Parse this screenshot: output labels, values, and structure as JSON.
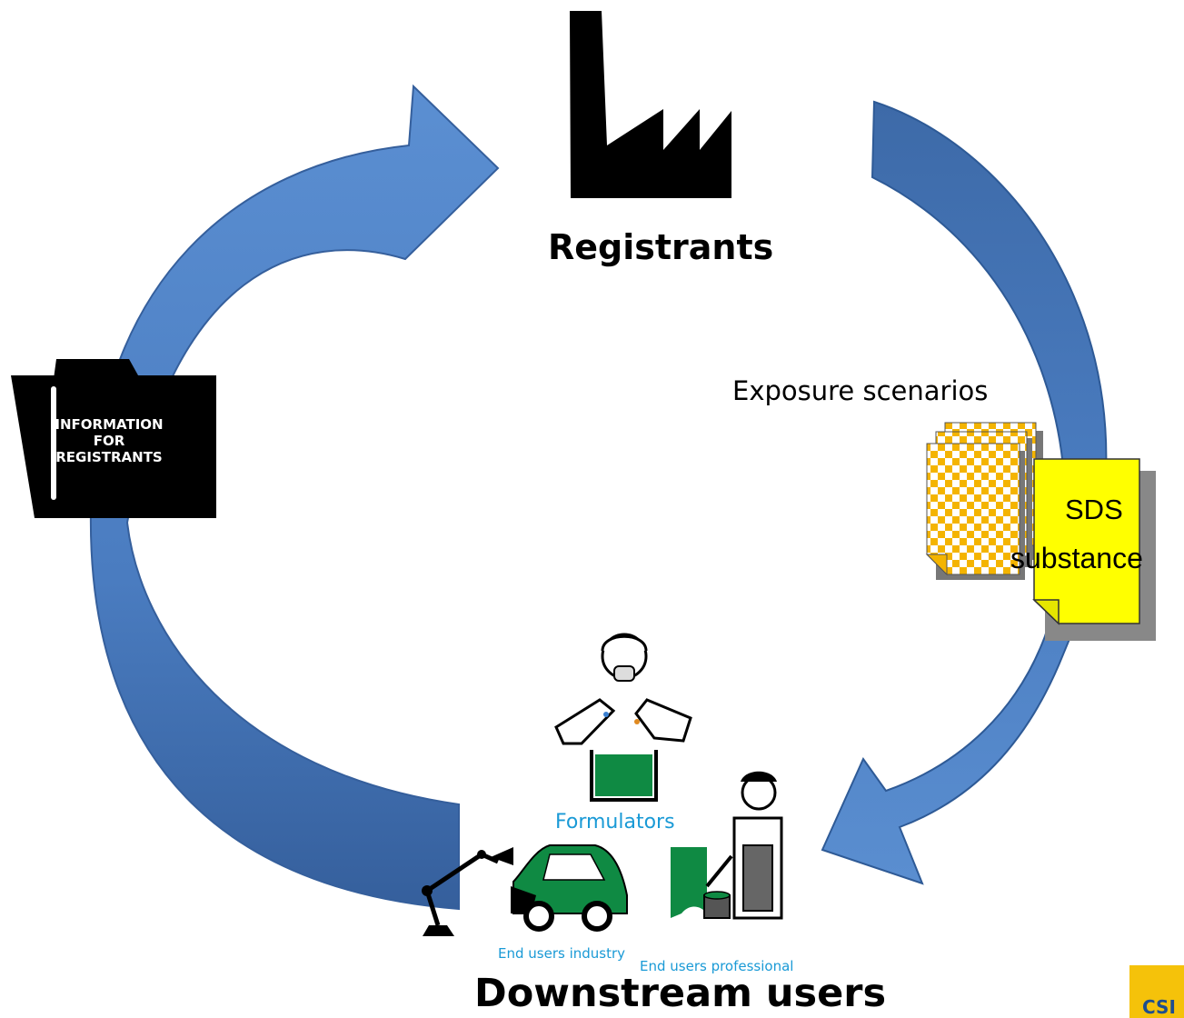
{
  "title": "",
  "nodes": {
    "registrants": {
      "label": "Registrants",
      "icon": "factory-icon"
    },
    "downstream": {
      "label": "Downstream users"
    },
    "formulators": {
      "label": "Formulators",
      "icon": "worker-mixing-icon"
    },
    "end_users_industry": {
      "label": "End users industry",
      "icon": "robot-arm-car-icon"
    },
    "end_users_professional": {
      "label": "End users professional",
      "icon": "painter-icon"
    },
    "information_folder": {
      "icon": "folder-icon",
      "lines": [
        "INFORMATION",
        "FOR",
        "REGISTRANTS"
      ]
    }
  },
  "documents": {
    "exposure_label": "Exposure scenarios",
    "sds_line1": "SDS",
    "sds_line2": "substance"
  },
  "logo": {
    "text": "CSI"
  },
  "colors": {
    "arrow": "#4a7cc0",
    "arrow_dark": "#2e5a96",
    "checker": "#f4b400",
    "sds_paper": "#ffff00",
    "label_blue": "#1a9ad6",
    "green": "#0f8a43",
    "logo_bg": "#f5c20a"
  }
}
